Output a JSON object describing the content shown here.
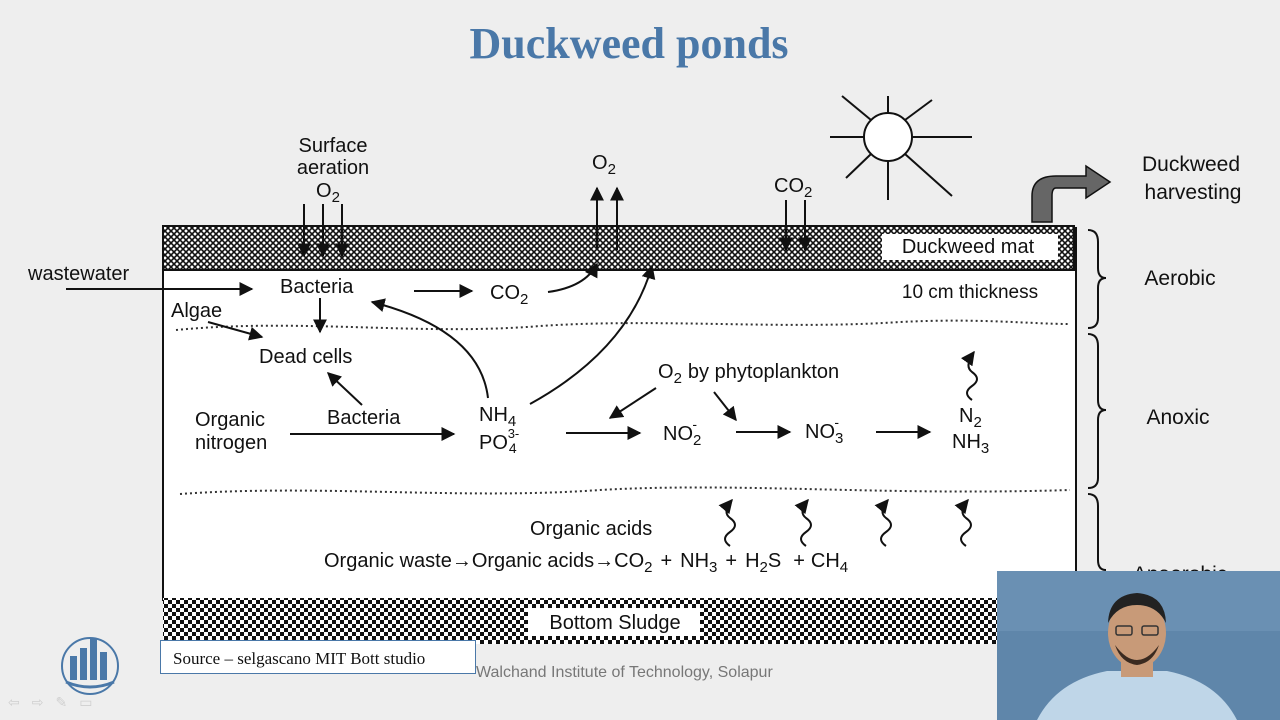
{
  "slide": {
    "title": "Duckweed ponds",
    "source": "Source – selgascano MIT Bott studio",
    "footer": "Walchand Institute of Technology, Solapur"
  },
  "diagram": {
    "labels": {
      "surface_aeration": "Surface",
      "aeration": "aeration",
      "o2": "O",
      "o2_sub": "2",
      "co2": "CO",
      "co2_sub": "2",
      "duckweed": "Duckweed",
      "harvesting": "harvesting",
      "duckweed_mat": "Duckweed mat",
      "thickness": "10 cm thickness",
      "wastewater": "wastewater",
      "bacteria": "Bacteria",
      "algae": "Algae",
      "dead_cells": "Dead cells",
      "organic": "Organic",
      "nitrogen": "nitrogen",
      "nh": "NH",
      "nh_sub": "4",
      "po": "PO",
      "po_sub": "4",
      "po_sup": "3-",
      "o2_phyto": "by phytoplankton",
      "no": "NO",
      "no2_sub": "2",
      "no3_sub": "3",
      "minus": "-",
      "n": "N",
      "n_sub": "2",
      "nh3": "NH",
      "nh3_sub": "3",
      "organic_acids": "Organic  acids",
      "organic_waste": "Organic  waste",
      "arrow": "→",
      "h2s_h": "H",
      "h2s_sub": "2",
      "h2s_s": "S",
      "ch": "CH",
      "ch_sub": "4",
      "plus": "+",
      "bottom_sludge": "Bottom Sludge"
    },
    "zones": {
      "aerobic": "Aerobic",
      "anoxic": "Anoxic",
      "anaerobic": "Anaerobic"
    }
  }
}
